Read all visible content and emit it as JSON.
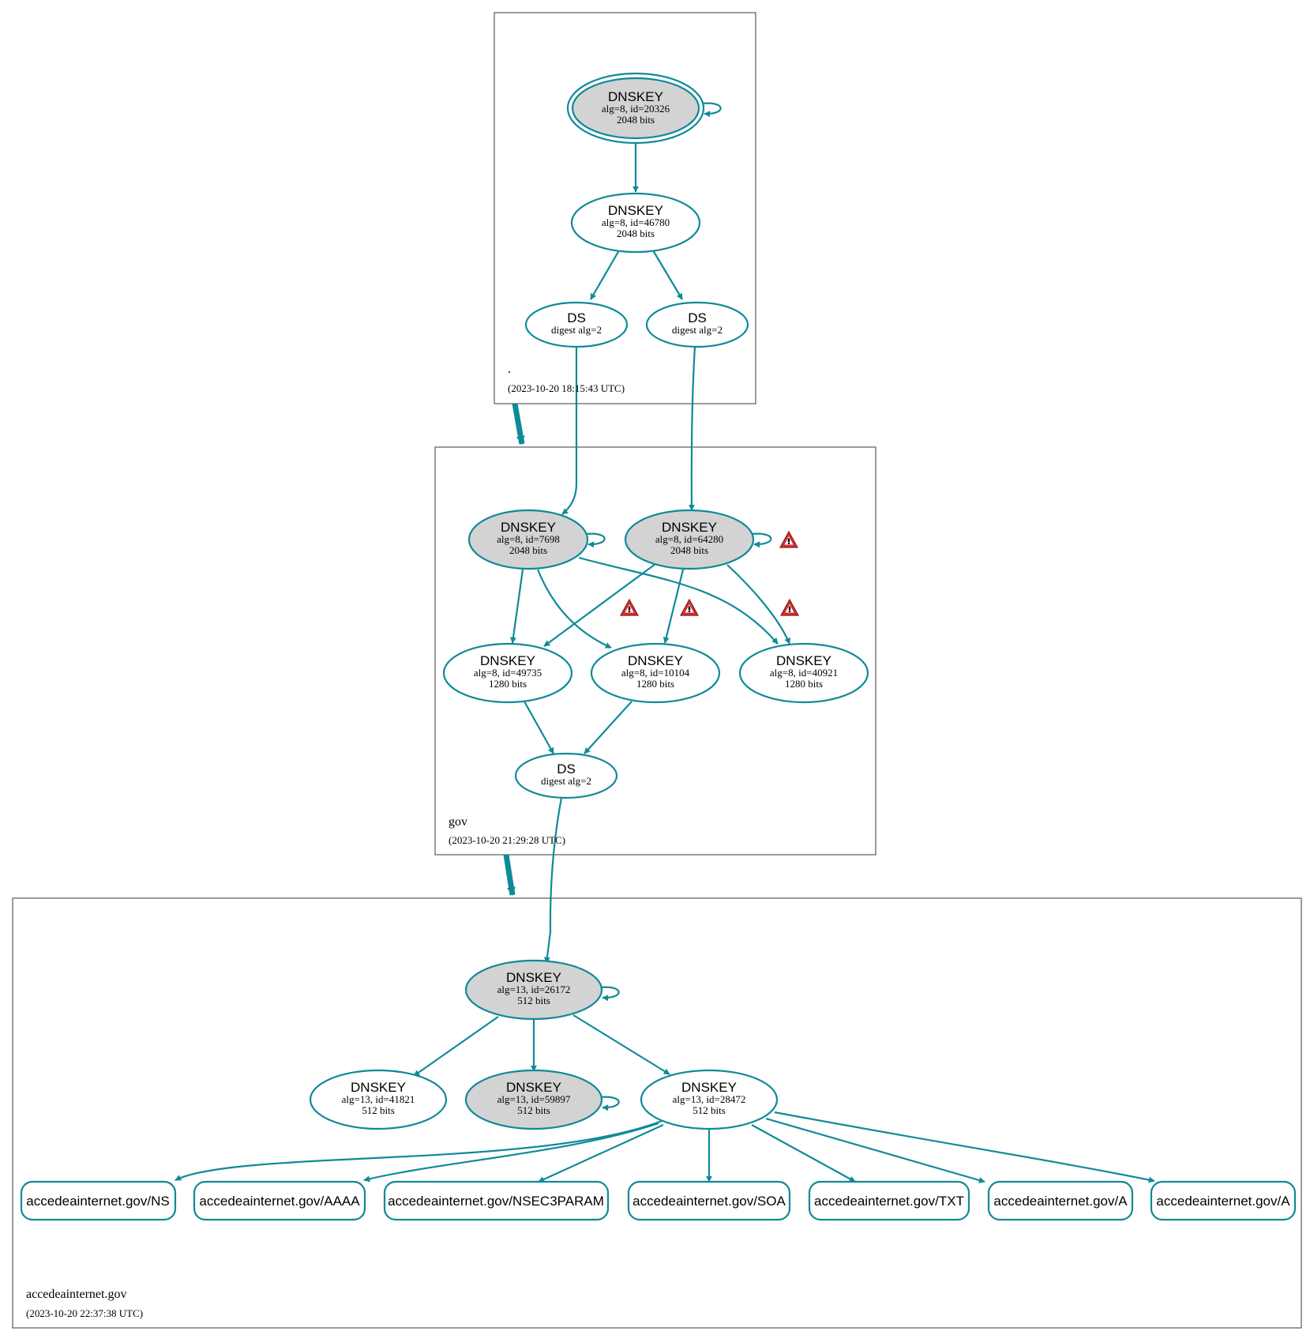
{
  "colors": {
    "edge": "#0f8a98",
    "ksk_fill": "#d3d3d3",
    "warning": "#c62828"
  },
  "zones": {
    "root": {
      "name": ".",
      "timestamp": "(2023-10-20 18:15:43 UTC)"
    },
    "gov": {
      "name": "gov",
      "timestamp": "(2023-10-20 21:29:28 UTC)"
    },
    "accedeainternet": {
      "name": "accedeainternet.gov",
      "timestamp": "(2023-10-20 22:37:38 UTC)"
    }
  },
  "nodes": {
    "root_ksk": {
      "type": "DNSKEY",
      "alg": "alg=8, id=20326",
      "bits": "2048 bits"
    },
    "root_zsk": {
      "type": "DNSKEY",
      "alg": "alg=8, id=46780",
      "bits": "2048 bits"
    },
    "root_ds1": {
      "type": "DS",
      "digest": "digest alg=2"
    },
    "root_ds2": {
      "type": "DS",
      "digest": "digest alg=2"
    },
    "gov_ksk1": {
      "type": "DNSKEY",
      "alg": "alg=8, id=7698",
      "bits": "2048 bits"
    },
    "gov_ksk2": {
      "type": "DNSKEY",
      "alg": "alg=8, id=64280",
      "bits": "2048 bits"
    },
    "gov_zsk1": {
      "type": "DNSKEY",
      "alg": "alg=8, id=49735",
      "bits": "1280 bits"
    },
    "gov_zsk2": {
      "type": "DNSKEY",
      "alg": "alg=8, id=10104",
      "bits": "1280 bits"
    },
    "gov_zsk3": {
      "type": "DNSKEY",
      "alg": "alg=8, id=40921",
      "bits": "1280 bits"
    },
    "gov_ds": {
      "type": "DS",
      "digest": "digest alg=2"
    },
    "acc_ksk": {
      "type": "DNSKEY",
      "alg": "alg=13, id=26172",
      "bits": "512 bits"
    },
    "acc_k1": {
      "type": "DNSKEY",
      "alg": "alg=13, id=41821",
      "bits": "512 bits"
    },
    "acc_k2": {
      "type": "DNSKEY",
      "alg": "alg=13, id=59897",
      "bits": "512 bits"
    },
    "acc_k3": {
      "type": "DNSKEY",
      "alg": "alg=13, id=28472",
      "bits": "512 bits"
    }
  },
  "rrsets": [
    "accedeainternet.gov/NS",
    "accedeainternet.gov/AAAA",
    "accedeainternet.gov/NSEC3PARAM",
    "accedeainternet.gov/SOA",
    "accedeainternet.gov/TXT",
    "accedeainternet.gov/A",
    "accedeainternet.gov/A"
  ]
}
